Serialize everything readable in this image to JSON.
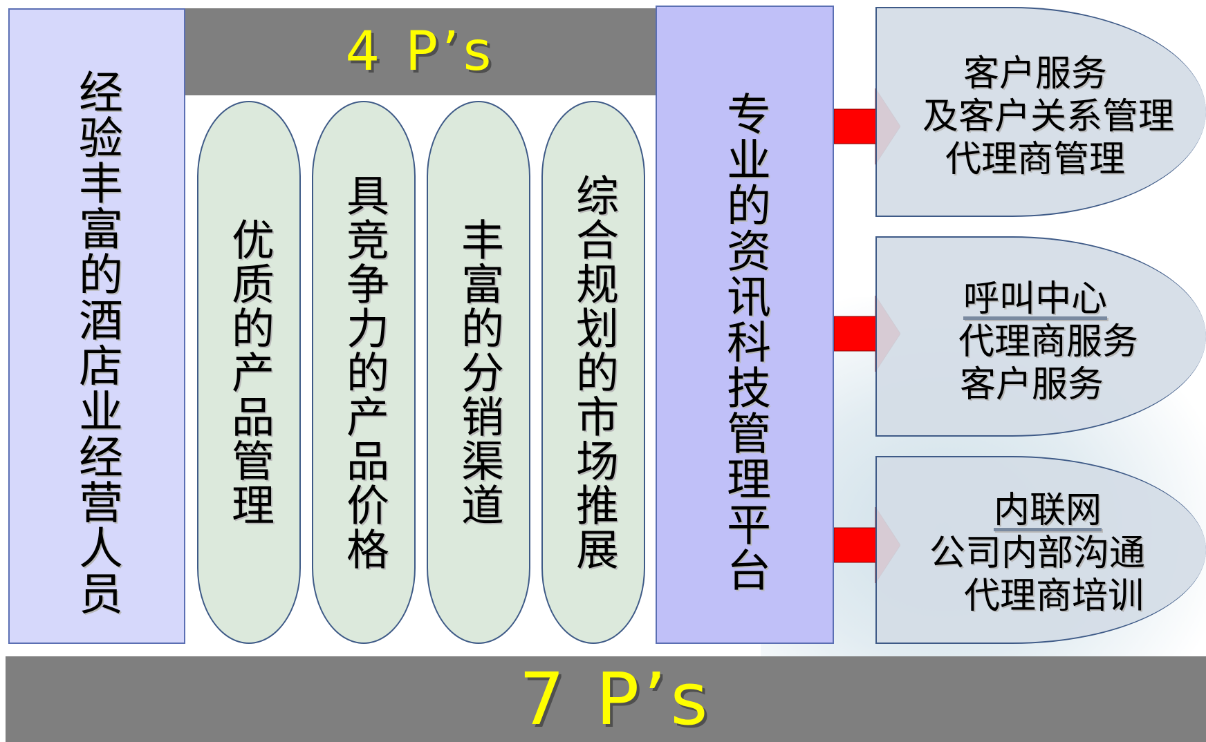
{
  "left_panel": {
    "label": "经验丰富的酒店业经营人员"
  },
  "top_bar": {
    "title": "4 P’s"
  },
  "pillars": [
    {
      "label": "优质的产品管理"
    },
    {
      "label": "具竞争力的产品价格"
    },
    {
      "label": "丰富的分销渠道"
    },
    {
      "label": "综合规划的市场推展"
    }
  ],
  "center_panel": {
    "label": "专业的资讯科技管理平台"
  },
  "cards": [
    {
      "lines": [
        "客户服务",
        "及客户关系管理",
        "代理商管理"
      ]
    },
    {
      "lines": [
        "呼叫中心",
        "代理商服务",
        "客户服务"
      ]
    },
    {
      "lines": [
        "内联网",
        "公司内部沟通",
        "代理商培训"
      ]
    }
  ],
  "bottom_bar": {
    "title": "7 P’s"
  },
  "colors": {
    "panel_fill": "#d6d8fb",
    "center_fill": "#c0c0f8",
    "pill_fill": "#dce9dc",
    "bar_fill": "#7f7f7f",
    "title_text": "#ffff00",
    "arrow": "#ff0000",
    "card_fill": "#d4dce6"
  }
}
